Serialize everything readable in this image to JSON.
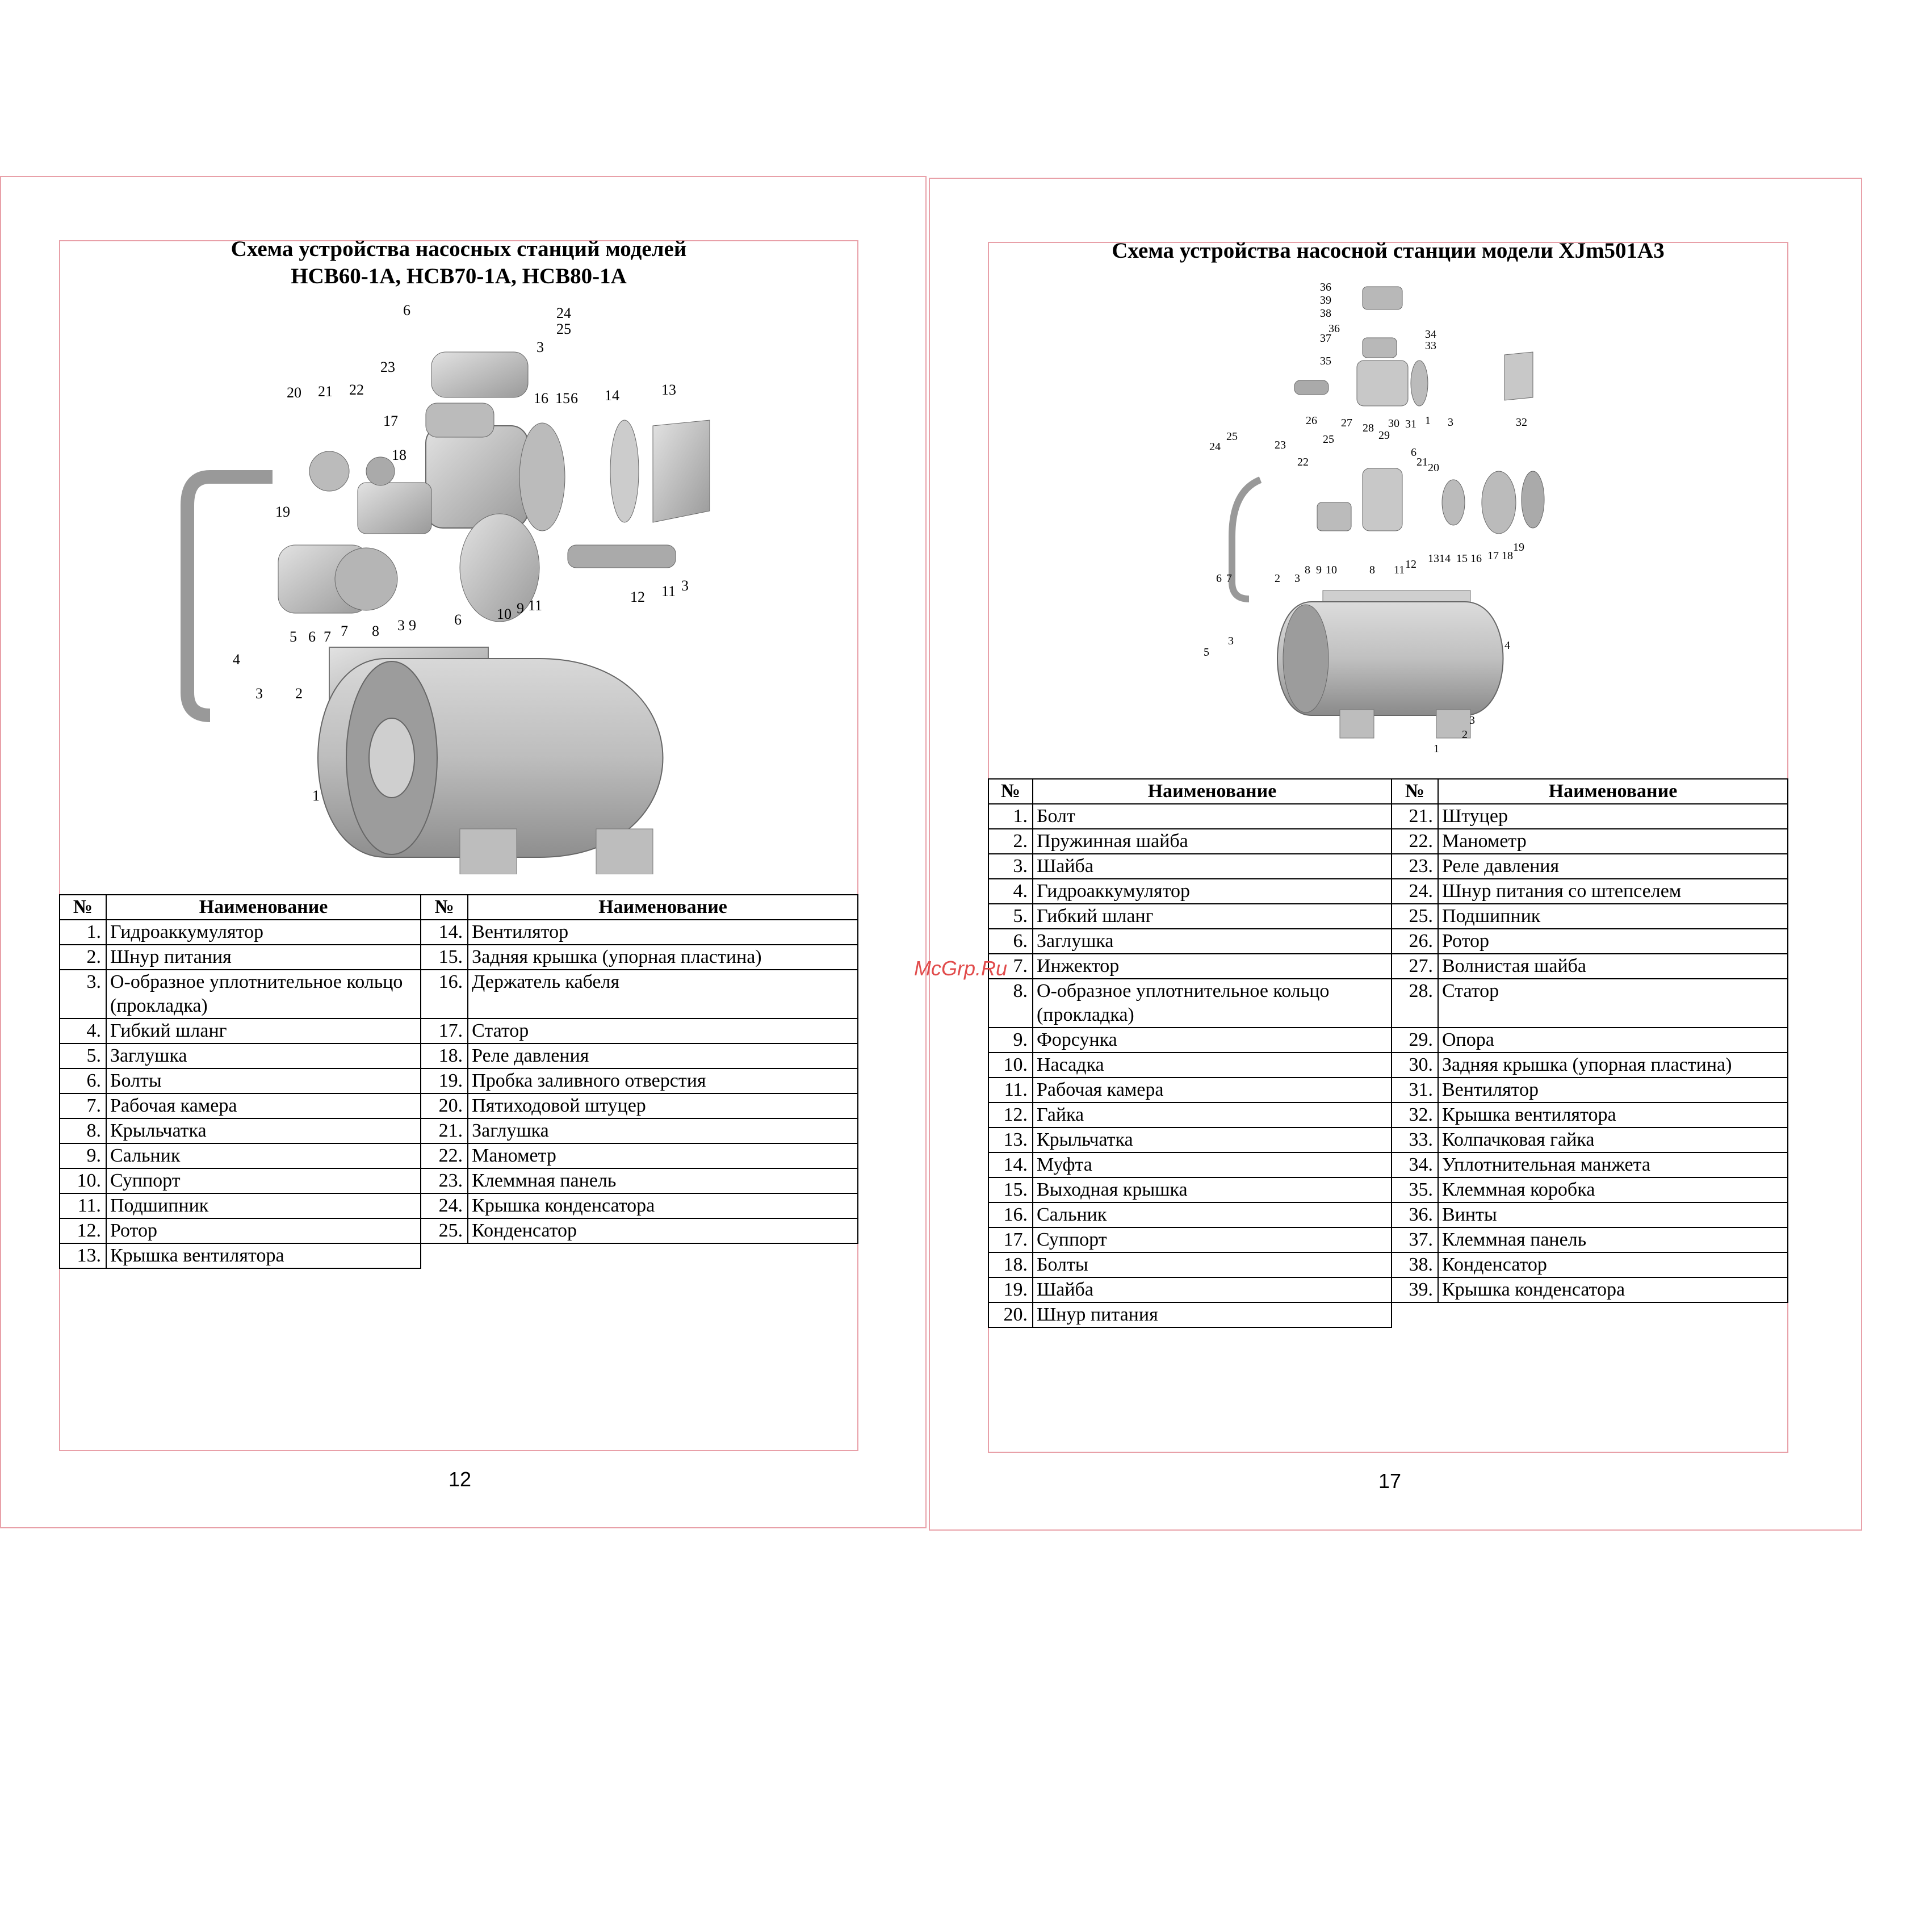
{
  "left": {
    "title_line1": "Схема устройства насосных станций моделей",
    "title_line2": "НСВ60-1А, НСВ70-1А, НСВ80-1А",
    "diagram_labels": [
      "1",
      "2",
      "3",
      "3",
      "3",
      "3",
      "4",
      "5",
      "6",
      "6",
      "6",
      "6",
      "7",
      "7",
      "8",
      "9",
      "9",
      "10",
      "11",
      "11",
      "12",
      "13",
      "14",
      "15",
      "16",
      "17",
      "18",
      "19",
      "20",
      "21",
      "22",
      "23",
      "24",
      "25"
    ],
    "table": {
      "header_no": "№",
      "header_name": "Наименование",
      "left_rows": [
        {
          "n": "1.",
          "name": "Гидроаккумулятор"
        },
        {
          "n": "2.",
          "name": "Шнур питания"
        },
        {
          "n": "3.",
          "name": "О-образное уплотнительное кольцо (прокладка)"
        },
        {
          "n": "4.",
          "name": "Гибкий шланг"
        },
        {
          "n": "5.",
          "name": "Заглушка"
        },
        {
          "n": "6.",
          "name": "Болты"
        },
        {
          "n": "7.",
          "name": "Рабочая камера"
        },
        {
          "n": "8.",
          "name": "Крыльчатка"
        },
        {
          "n": "9.",
          "name": "Сальник"
        },
        {
          "n": "10.",
          "name": "Суппорт"
        },
        {
          "n": "11.",
          "name": "Подшипник"
        },
        {
          "n": "12.",
          "name": "Ротор"
        },
        {
          "n": "13.",
          "name": "Крышка вентилятора"
        }
      ],
      "right_rows": [
        {
          "n": "14.",
          "name": "Вентилятор"
        },
        {
          "n": "15.",
          "name": "Задняя крышка (упорная пластина)"
        },
        {
          "n": "16.",
          "name": "Держатель кабеля"
        },
        {
          "n": "17.",
          "name": "Статор"
        },
        {
          "n": "18.",
          "name": "Реле давления"
        },
        {
          "n": "19.",
          "name": "Пробка заливного отверстия"
        },
        {
          "n": "20.",
          "name": "Пятиходовой штуцер"
        },
        {
          "n": "21.",
          "name": "Заглушка"
        },
        {
          "n": "22.",
          "name": "Манометр"
        },
        {
          "n": "23.",
          "name": "Клеммная панель"
        },
        {
          "n": "24.",
          "name": "Крышка конденсатора"
        },
        {
          "n": "25.",
          "name": "Конденсатор"
        }
      ]
    },
    "page_number": "12"
  },
  "right": {
    "title": "Схема устройства насосной станции модели XJm501A3",
    "diagram_labels": [
      "1",
      "1",
      "2",
      "2",
      "3",
      "3",
      "3",
      "3",
      "4",
      "5",
      "6",
      "6",
      "7",
      "8",
      "8",
      "9",
      "10",
      "11",
      "12",
      "13",
      "14",
      "15",
      "16",
      "17",
      "18",
      "19",
      "20",
      "21",
      "22",
      "23",
      "24",
      "25",
      "25",
      "26",
      "27",
      "28",
      "29",
      "30",
      "31",
      "32",
      "33",
      "34",
      "35",
      "36",
      "36",
      "37",
      "38",
      "39"
    ],
    "table": {
      "header_no": "№",
      "header_name": "Наименование",
      "left_rows": [
        {
          "n": "1.",
          "name": "Болт"
        },
        {
          "n": "2.",
          "name": "Пружинная шайба"
        },
        {
          "n": "3.",
          "name": "Шайба"
        },
        {
          "n": "4.",
          "name": "Гидроаккумулятор"
        },
        {
          "n": "5.",
          "name": "Гибкий шланг"
        },
        {
          "n": "6.",
          "name": "Заглушка"
        },
        {
          "n": "7.",
          "name": "Инжектор"
        },
        {
          "n": "8.",
          "name": "О-образное уплотнительное кольцо (прокладка)"
        },
        {
          "n": "9.",
          "name": "Форсунка"
        },
        {
          "n": "10.",
          "name": "Насадка"
        },
        {
          "n": "11.",
          "name": "Рабочая камера"
        },
        {
          "n": "12.",
          "name": "Гайка"
        },
        {
          "n": "13.",
          "name": "Крыльчатка"
        },
        {
          "n": "14.",
          "name": "Муфта"
        },
        {
          "n": "15.",
          "name": "Выходная крышка"
        },
        {
          "n": "16.",
          "name": "Сальник"
        },
        {
          "n": "17.",
          "name": "Суппорт"
        },
        {
          "n": "18.",
          "name": "Болты"
        },
        {
          "n": "19.",
          "name": "Шайба"
        },
        {
          "n": "20.",
          "name": "Шнур питания"
        }
      ],
      "right_rows": [
        {
          "n": "21.",
          "name": "Штуцер"
        },
        {
          "n": "22.",
          "name": "Манометр"
        },
        {
          "n": "23.",
          "name": "Реле давления"
        },
        {
          "n": "24.",
          "name": "Шнур питания со штепселем"
        },
        {
          "n": "25.",
          "name": "Подшипник"
        },
        {
          "n": "26.",
          "name": "Ротор"
        },
        {
          "n": "27.",
          "name": "Волнистая шайба"
        },
        {
          "n": "28.",
          "name": "Статор"
        },
        {
          "n": "29.",
          "name": "Опора"
        },
        {
          "n": "30.",
          "name": "Задняя крышка (упорная пластина)"
        },
        {
          "n": "31.",
          "name": "Вентилятор"
        },
        {
          "n": "32.",
          "name": "Крышка вентилятора"
        },
        {
          "n": "33.",
          "name": "Колпачковая гайка"
        },
        {
          "n": "34.",
          "name": "Уплотнительная манжета"
        },
        {
          "n": "35.",
          "name": "Клеммная коробка"
        },
        {
          "n": "36.",
          "name": "Винты"
        },
        {
          "n": "37.",
          "name": "Клеммная панель"
        },
        {
          "n": "38.",
          "name": "Конденсатор"
        },
        {
          "n": "39.",
          "name": "Крышка конденсатора"
        }
      ]
    },
    "page_number": "17"
  },
  "watermark": "McGrp.Ru",
  "colors": {
    "frame": "#e8a0a8",
    "watermark": "#e14b4b",
    "part_fill": "#c9c9c9",
    "part_stroke": "#555555"
  }
}
